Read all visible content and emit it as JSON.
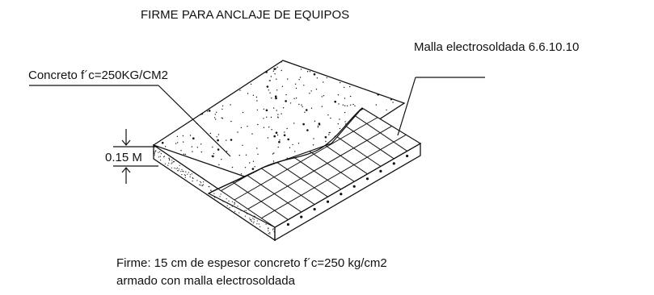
{
  "title": "FIRME PARA ANCLAJE DE EQUIPOS",
  "labels": {
    "malla": "Malla electrosoldada 6.6.10.10",
    "concreto": "Concreto f´c=250KG/CM2",
    "thickness": "0.15 M"
  },
  "caption": {
    "line1": "Firme: 15 cm de espesor concreto f´c=250 kg/cm2",
    "line2": "armado con malla electrosoldada"
  },
  "colors": {
    "ink": "#111111",
    "background": "#ffffff"
  }
}
